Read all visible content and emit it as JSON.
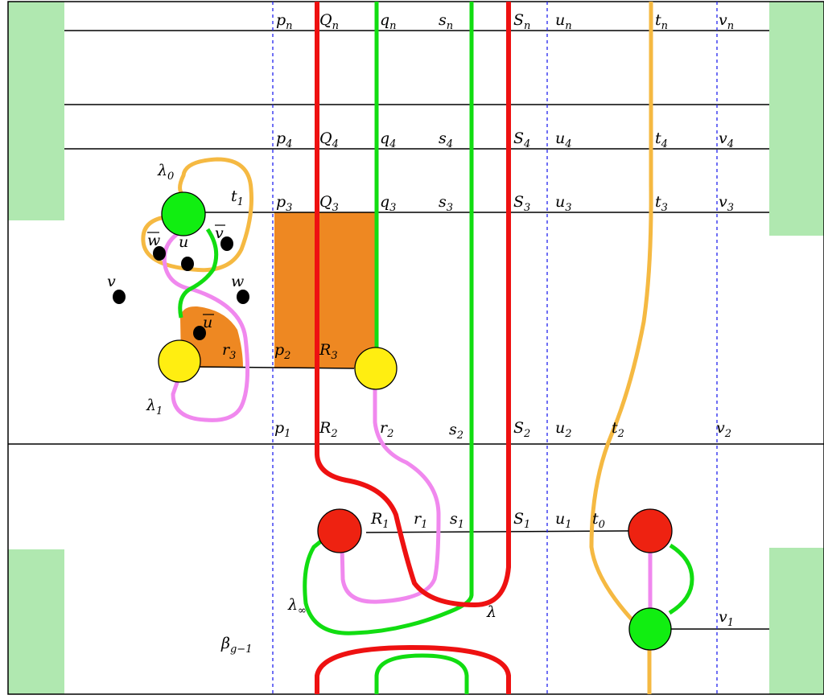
{
  "colors": {
    "red": "#ee1111",
    "green": "#11dd11",
    "orange": "#f5b942",
    "pink": "#f088ee",
    "blue_dashed": "#2222ee",
    "light_green": "#b0e8b0",
    "fill_orange": "#ee8822",
    "yellow": "#ffee11",
    "red_disc": "#ee2211",
    "green_disc": "#11ee11"
  },
  "labels": {
    "pn": "p",
    "pn_s": "n",
    "Qn": "Q",
    "Qn_s": "n",
    "qn": "q",
    "qn_s": "n",
    "sn": "s",
    "sn_s": "n",
    "Sn": "S",
    "Sn_s": "n",
    "un": "u",
    "un_s": "n",
    "tn": "t",
    "tn_s": "n",
    "vn": "v",
    "vn_s": "n",
    "p4": "p",
    "p4_s": "4",
    "Q4": "Q",
    "Q4_s": "4",
    "q4": "q",
    "q4_s": "4",
    "s4": "s",
    "s4_s": "4",
    "S4": "S",
    "S4_s": "4",
    "u4": "u",
    "u4_s": "4",
    "t4": "t",
    "t4_s": "4",
    "v4": "v",
    "v4_s": "4",
    "p3": "p",
    "p3_s": "3",
    "Q3": "Q",
    "Q3_s": "3",
    "q3": "q",
    "q3_s": "3",
    "s3": "s",
    "s3_s": "3",
    "S3": "S",
    "S3_s": "3",
    "u3": "u",
    "u3_s": "3",
    "t3": "t",
    "t3_s": "3",
    "v3": "v",
    "v3_s": "3",
    "t1": "t",
    "t1_s": "1",
    "lambda0": "λ",
    "lambda0_s": "0",
    "lambda1": "λ",
    "lambda1_s": "1",
    "lambda_inf": "λ",
    "lambda_inf_s": "∞",
    "lambda": "λ",
    "beta": "β",
    "beta_s": "g−1",
    "wbar": "w",
    "ubar_top": "u",
    "vbar": "v",
    "u": "u",
    "v": "v",
    "w": "w",
    "ubar": "u",
    "r3": "r",
    "r3_s": "3",
    "p2": "p",
    "p2_s": "2",
    "R3": "R",
    "R3_s": "3",
    "p1": "p",
    "p1_s": "1",
    "R2": "R",
    "R2_s": "2",
    "r2": "r",
    "r2_s": "2",
    "s2": "s",
    "s2_s": "2",
    "S2": "S",
    "S2_s": "2",
    "u2": "u",
    "u2_s": "2",
    "t2": "t",
    "t2_s": "2",
    "v2": "v",
    "v2_s": "2",
    "R1": "R",
    "R1_s": "1",
    "r1": "r",
    "r1_s": "1",
    "s1": "s",
    "s1_s": "1",
    "S1": "S",
    "S1_s": "1",
    "u1": "u",
    "u1_s": "1",
    "t0": "t",
    "t0_s": "0",
    "v1": "v",
    "v1_s": "1"
  }
}
